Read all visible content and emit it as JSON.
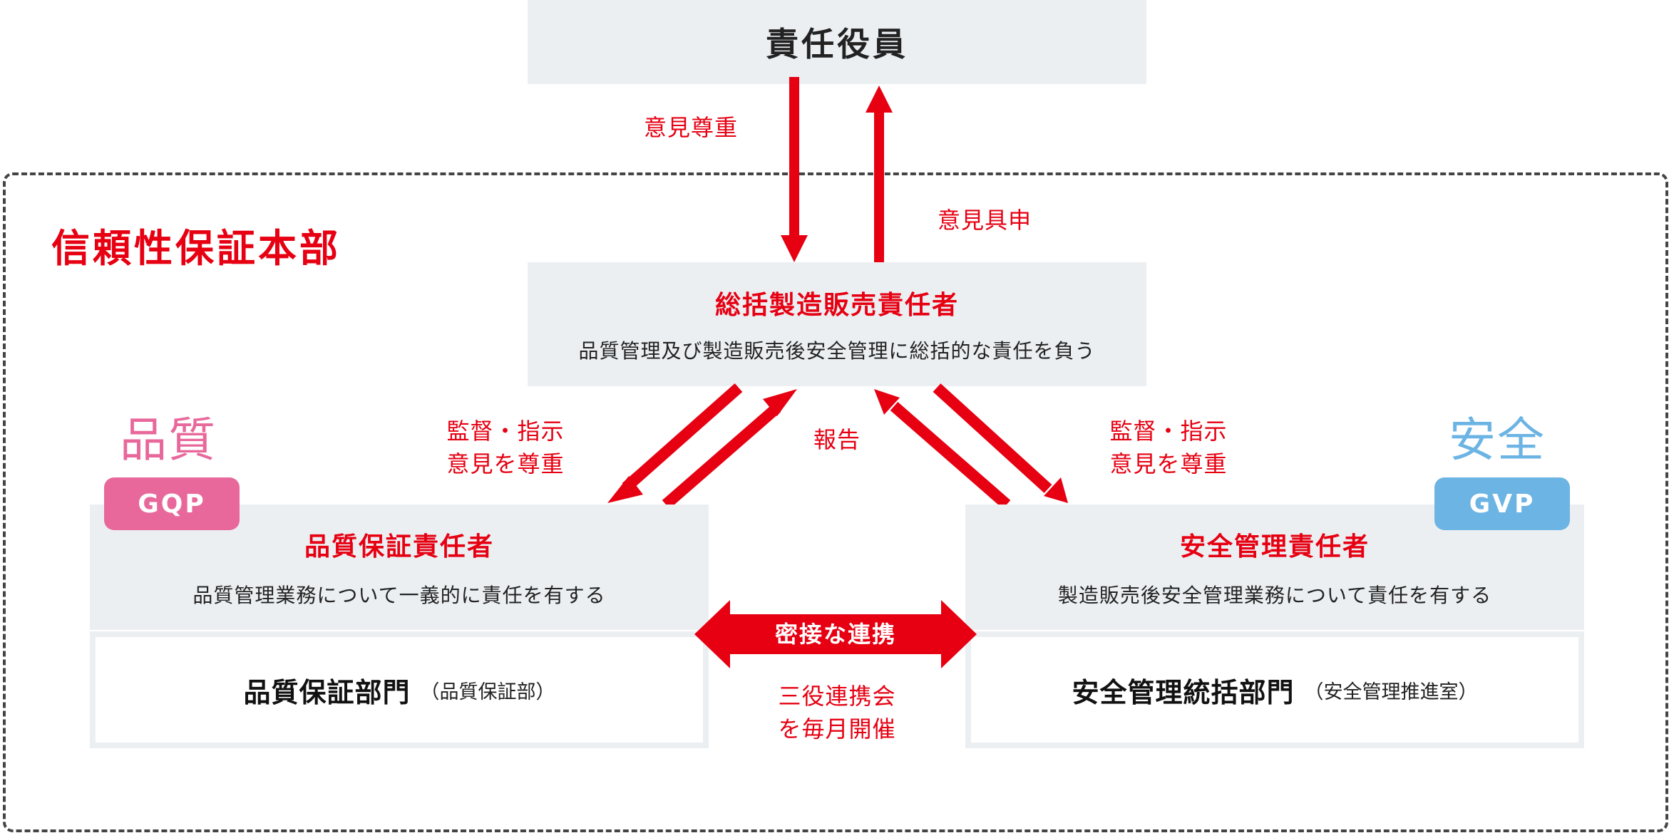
{
  "executive": {
    "title": "責任役員"
  },
  "arrows": {
    "respect_opinion": "意見尊重",
    "express_opinion": "意見具申",
    "report": "報告",
    "left_instruction": [
      "監督・指示",
      "意見を尊重"
    ],
    "right_instruction": [
      "監督・指示",
      "意見を尊重"
    ]
  },
  "division": {
    "title": "信頼性保証本部"
  },
  "general_manager": {
    "title": "総括製造販売責任者",
    "description": "品質管理及び製造販売後安全管理に総括的な責任を負う"
  },
  "quality": {
    "heading": "品質",
    "badge": "GQP",
    "title": "品質保証責任者",
    "description": "品質管理業務について一義的に責任を有する",
    "dept_name": "品質保証部門",
    "dept_sub": "（品質保証部）"
  },
  "safety": {
    "heading": "安全",
    "badge": "GVP",
    "title": "安全管理責任者",
    "description": "製造販売後安全管理業務について責任を有する",
    "dept_name": "安全管理統括部門",
    "dept_sub": "（安全管理推進室）"
  },
  "cooperation": {
    "label": "密接な連携",
    "meeting": [
      "三役連携会",
      "を毎月開催"
    ]
  },
  "colors": {
    "accent_red": "#e60012",
    "gqp_pink": "#e8689b",
    "gvp_blue": "#6cb4e4",
    "box_gray": "#eceff2"
  }
}
